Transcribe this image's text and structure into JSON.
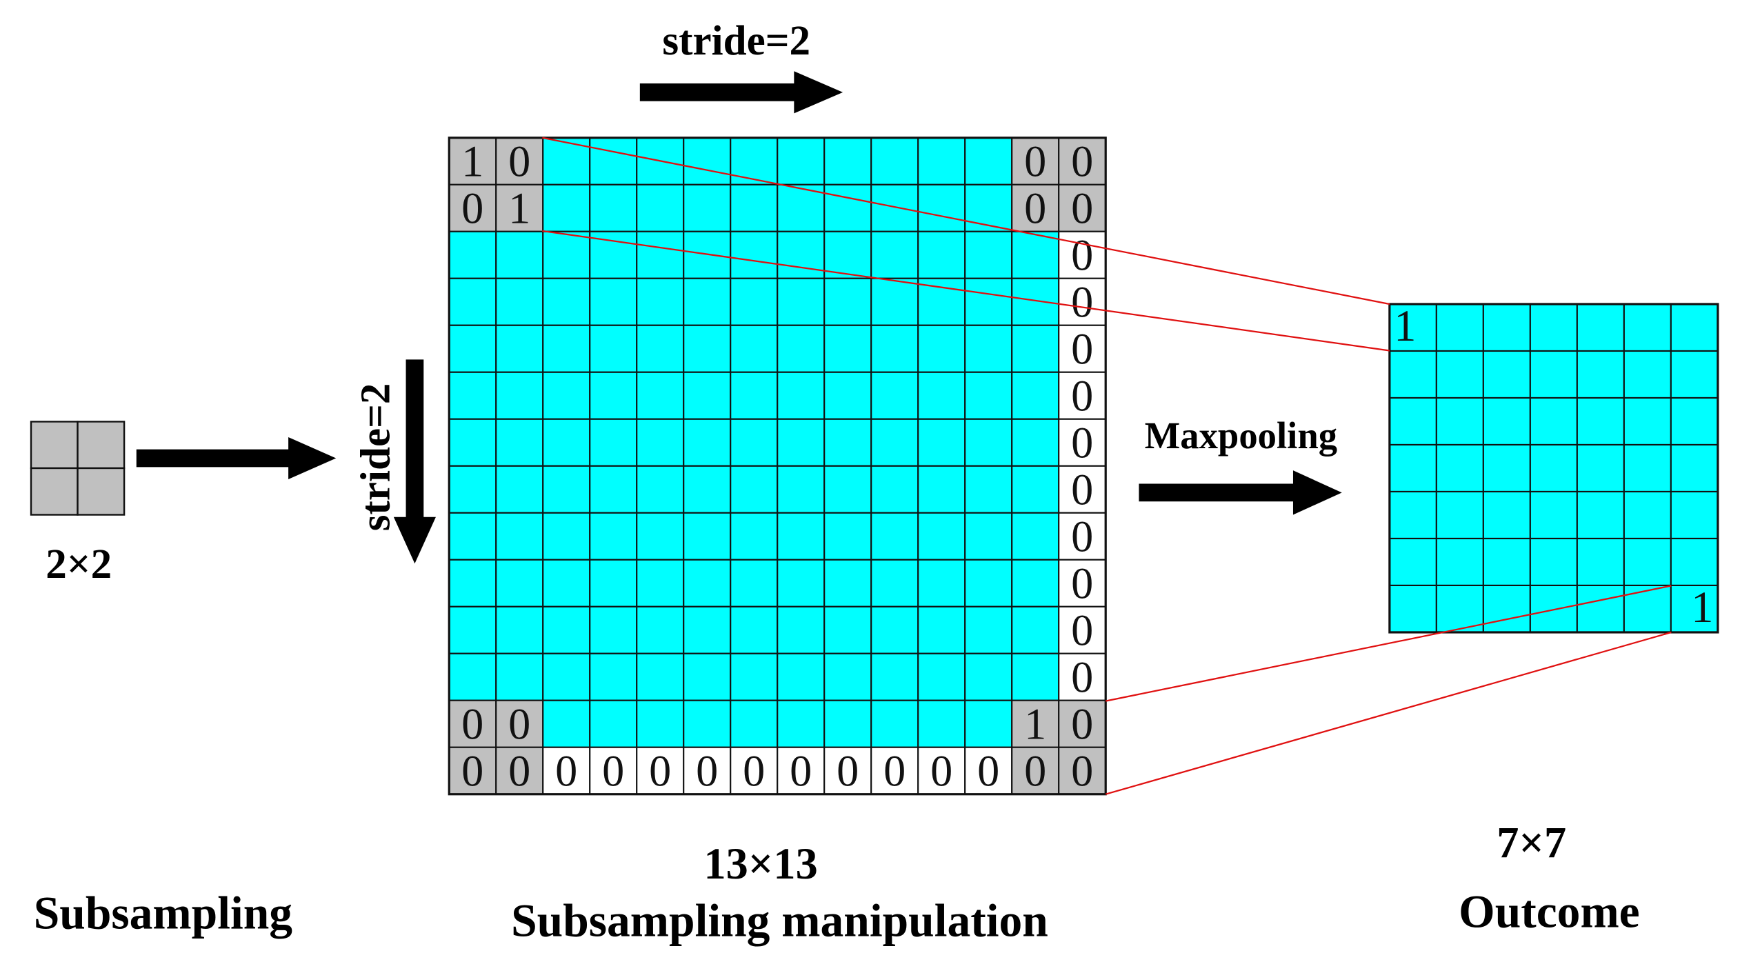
{
  "stride_label": "stride=2",
  "kernel": {
    "size_label": "2×2",
    "caption": "Subsampling"
  },
  "padded_grid": {
    "size_label": "13×13",
    "caption": "Subsampling manipulation",
    "columns": 14,
    "rows": 14,
    "grid_values": [
      [
        "1",
        "0",
        "",
        "",
        "",
        "",
        "",
        "",
        "",
        "",
        "",
        "",
        "0",
        "0"
      ],
      [
        "0",
        "1",
        "",
        "",
        "",
        "",
        "",
        "",
        "",
        "",
        "",
        "",
        "0",
        "0"
      ],
      [
        "",
        "",
        "",
        "",
        "",
        "",
        "",
        "",
        "",
        "",
        "",
        "",
        "",
        "0"
      ],
      [
        "",
        "",
        "",
        "",
        "",
        "",
        "",
        "",
        "",
        "",
        "",
        "",
        "",
        "0"
      ],
      [
        "",
        "",
        "",
        "",
        "",
        "",
        "",
        "",
        "",
        "",
        "",
        "",
        "",
        "0"
      ],
      [
        "",
        "",
        "",
        "",
        "",
        "",
        "",
        "",
        "",
        "",
        "",
        "",
        "",
        "0"
      ],
      [
        "",
        "",
        "",
        "",
        "",
        "",
        "",
        "",
        "",
        "",
        "",
        "",
        "",
        "0"
      ],
      [
        "",
        "",
        "",
        "",
        "",
        "",
        "",
        "",
        "",
        "",
        "",
        "",
        "",
        "0"
      ],
      [
        "",
        "",
        "",
        "",
        "",
        "",
        "",
        "",
        "",
        "",
        "",
        "",
        "",
        "0"
      ],
      [
        "",
        "",
        "",
        "",
        "",
        "",
        "",
        "",
        "",
        "",
        "",
        "",
        "",
        "0"
      ],
      [
        "",
        "",
        "",
        "",
        "",
        "",
        "",
        "",
        "",
        "",
        "",
        "",
        "",
        "0"
      ],
      [
        "",
        "",
        "",
        "",
        "",
        "",
        "",
        "",
        "",
        "",
        "",
        "",
        "",
        "0"
      ],
      [
        "0",
        "0",
        "",
        "",
        "",
        "",
        "",
        "",
        "",
        "",
        "",
        "",
        "1",
        "0"
      ],
      [
        "0",
        "0",
        "0",
        "0",
        "0",
        "0",
        "0",
        "0",
        "0",
        "0",
        "0",
        "0",
        "0",
        "0"
      ]
    ]
  },
  "operation_label": "Maxpooling",
  "output_grid": {
    "size_label": "7×7",
    "caption": "Outcome",
    "columns": 7,
    "rows": 7,
    "grid_values": [
      [
        "1",
        "",
        "",
        "",
        "",
        "",
        ""
      ],
      [
        "",
        "",
        "",
        "",
        "",
        "",
        ""
      ],
      [
        "",
        "",
        "",
        "",
        "",
        "",
        ""
      ],
      [
        "",
        "",
        "",
        "",
        "",
        "",
        ""
      ],
      [
        "",
        "",
        "",
        "",
        "",
        "",
        ""
      ],
      [
        "",
        "",
        "",
        "",
        "",
        "",
        ""
      ],
      [
        "",
        "",
        "",
        "",
        "",
        "",
        "1"
      ]
    ]
  },
  "colors": {
    "cyan": "#00ffff",
    "gray": "#c0c0c0",
    "white": "#ffffff",
    "grid_line": "#111111",
    "connector": "#e01010"
  }
}
